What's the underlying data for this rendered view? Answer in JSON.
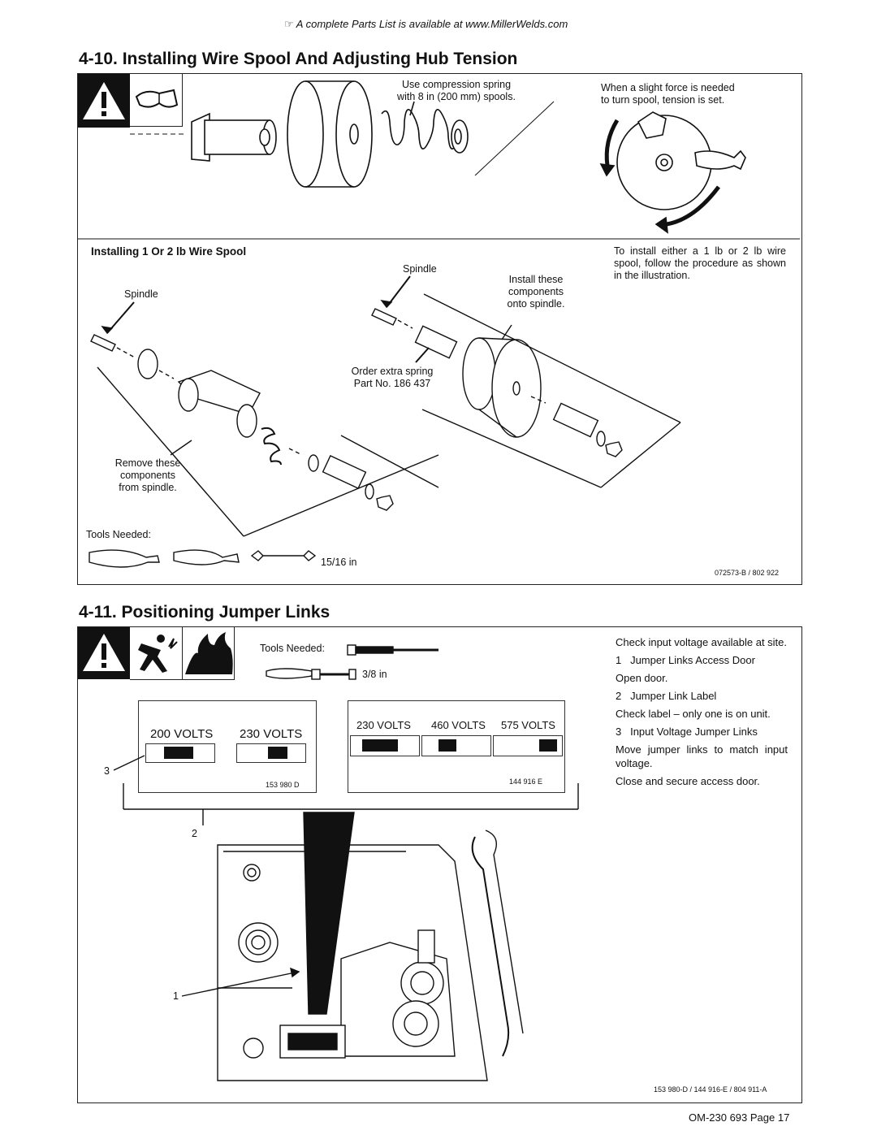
{
  "header_note": {
    "icon": "pointing-hand-icon",
    "text": "A complete Parts List is available at www.MillerWelds.com"
  },
  "section_4_10": {
    "title": "4-10. Installing Wire Spool And Adjusting Hub Tension",
    "compression_note": "Use compression spring\nwith 8 in (200 mm) spools.",
    "tension_note": "When a slight force is needed\nto turn spool, tension is set.",
    "subheading": "Installing 1 Or 2 lb Wire Spool",
    "install_note": "To install either a 1 lb or 2 lb wire spool, follow the procedure as shown in the illustration.",
    "spindle_left": "Spindle",
    "spindle_right": "Spindle",
    "install_these": "Install these\ncomponents\nonto spindle.",
    "order_spring": "Order extra spring\nPart No. 186 437",
    "remove_these": "Remove these\ncomponents\nfrom spindle.",
    "tools_needed": "Tools Needed:",
    "wrench_size": "15/16 in",
    "figure_ref": "072573-B / 802 922"
  },
  "section_4_11": {
    "title": "4-11. Positioning Jumper Links",
    "tools_needed": "Tools Needed:",
    "screwdriver_size": "3/8 in",
    "label_left": {
      "volts": [
        "200 VOLTS",
        "230 VOLTS"
      ],
      "ref": "153 980 D"
    },
    "label_right": {
      "volts": [
        "230 VOLTS",
        "460 VOLTS",
        "575 VOLTS"
      ],
      "ref": "144 916 E"
    },
    "callouts": [
      "1",
      "2",
      "3"
    ],
    "steps": [
      {
        "num": "",
        "text": "Check input voltage available at site."
      },
      {
        "num": "1",
        "text": "Jumper Links Access Door"
      },
      {
        "num": "",
        "text": "Open door."
      },
      {
        "num": "2",
        "text": "Jumper Link Label"
      },
      {
        "num": "",
        "text": "Check label – only one is on unit."
      },
      {
        "num": "3",
        "text": "Input Voltage Jumper Links"
      },
      {
        "num": "",
        "text": "Move jumper links to match input voltage."
      },
      {
        "num": "",
        "text": "Close and secure access door."
      }
    ],
    "figure_ref": "153 980-D / 144 916-E / 804 911-A"
  },
  "footer": {
    "page": "OM-230 693 Page 17"
  }
}
